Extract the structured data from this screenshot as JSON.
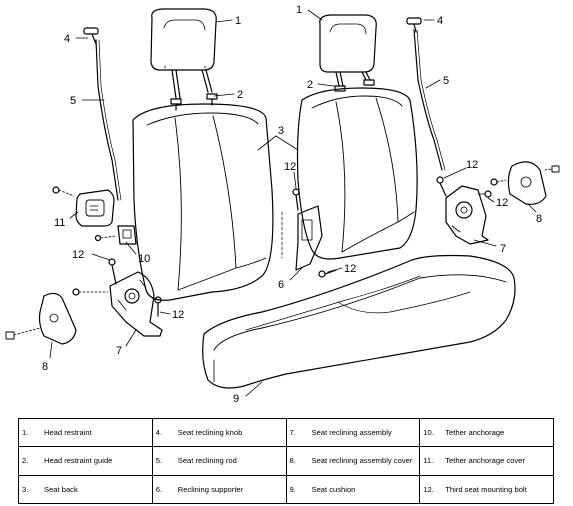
{
  "callouts": [
    {
      "id": "c1a",
      "text": "1"
    },
    {
      "id": "c1b",
      "text": "1"
    },
    {
      "id": "c2a",
      "text": "2"
    },
    {
      "id": "c2b",
      "text": "2"
    },
    {
      "id": "c3",
      "text": "3"
    },
    {
      "id": "c4a",
      "text": "4"
    },
    {
      "id": "c4b",
      "text": "4"
    },
    {
      "id": "c5a",
      "text": "5"
    },
    {
      "id": "c5b",
      "text": "5"
    },
    {
      "id": "c6",
      "text": "6"
    },
    {
      "id": "c7a",
      "text": "7"
    },
    {
      "id": "c7b",
      "text": "7"
    },
    {
      "id": "c8a",
      "text": "8"
    },
    {
      "id": "c8b",
      "text": "8"
    },
    {
      "id": "c9",
      "text": "9"
    },
    {
      "id": "c10",
      "text": "10"
    },
    {
      "id": "c11",
      "text": "11"
    },
    {
      "id": "c12a",
      "text": "12"
    },
    {
      "id": "c12b",
      "text": "12"
    },
    {
      "id": "c12c",
      "text": "12"
    },
    {
      "id": "c12d",
      "text": "12"
    },
    {
      "id": "c12e",
      "text": "12"
    }
  ],
  "legend": [
    [
      {
        "num": "1.",
        "label": "Head restraint"
      },
      {
        "num": "4.",
        "label": "Seat reclining knob"
      },
      {
        "num": "7.",
        "label": "Seat reclining assembly"
      },
      {
        "num": "10.",
        "label": "Tether anchorage"
      }
    ],
    [
      {
        "num": "2.",
        "label": "Head restraint guide"
      },
      {
        "num": "5.",
        "label": "Seat reclining rod"
      },
      {
        "num": "8.",
        "label": "Seat reclining assembly cover"
      },
      {
        "num": "11.",
        "label": "Tether anchorage cover"
      }
    ],
    [
      {
        "num": "3.",
        "label": "Seat back"
      },
      {
        "num": "6.",
        "label": "Reclining supporter"
      },
      {
        "num": "9.",
        "label": "Seat cushion"
      },
      {
        "num": "12.",
        "label": "Third seat mounting bolt"
      }
    ]
  ]
}
